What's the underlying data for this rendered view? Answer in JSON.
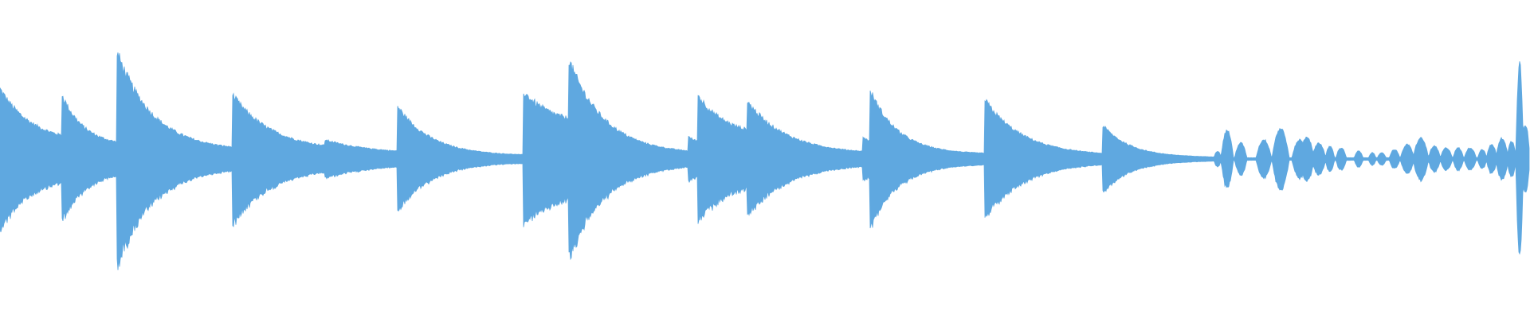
{
  "waveform": {
    "color": "#5fa8e0",
    "background": "#ffffff",
    "duration_units": 1920,
    "amplitude_max": 1.0,
    "segments": [
      {
        "type": "decay",
        "start": 0,
        "end": 78,
        "peak": 0.44,
        "tail": 0.1,
        "tau": 40
      },
      {
        "type": "decay",
        "start": 78,
        "end": 147,
        "peak": 0.4,
        "tail": 0.08,
        "tau": 28
      },
      {
        "type": "decay",
        "start": 147,
        "end": 292,
        "peak": 0.67,
        "tail": 0.05,
        "tau": 45
      },
      {
        "type": "decay",
        "start": 292,
        "end": 408,
        "peak": 0.4,
        "tail": 0.05,
        "tau": 50
      },
      {
        "type": "decay",
        "start": 408,
        "end": 499,
        "peak": 0.12,
        "tail": 0.03,
        "tau": 60
      },
      {
        "type": "decay",
        "start": 499,
        "end": 657,
        "peak": 0.33,
        "tail": 0.02,
        "tau": 42
      },
      {
        "type": "decay",
        "start": 657,
        "end": 714,
        "peak": 0.42,
        "tail": 0.2,
        "tau": 40
      },
      {
        "type": "decay",
        "start": 714,
        "end": 864,
        "peak": 0.62,
        "tail": 0.03,
        "tau": 45
      },
      {
        "type": "decay",
        "start": 864,
        "end": 876,
        "peak": 0.14,
        "tail": 0.1,
        "tau": 10
      },
      {
        "type": "decay",
        "start": 876,
        "end": 938,
        "peak": 0.4,
        "tail": 0.14,
        "tau": 35
      },
      {
        "type": "decay",
        "start": 938,
        "end": 1083,
        "peak": 0.36,
        "tail": 0.03,
        "tau": 50
      },
      {
        "type": "decay",
        "start": 1083,
        "end": 1092,
        "peak": 0.14,
        "tail": 0.1,
        "tau": 8
      },
      {
        "type": "decay",
        "start": 1092,
        "end": 1236,
        "peak": 0.43,
        "tail": 0.03,
        "tau": 35
      },
      {
        "type": "decay",
        "start": 1236,
        "end": 1384,
        "peak": 0.37,
        "tail": 0.02,
        "tau": 48
      },
      {
        "type": "decay",
        "start": 1384,
        "end": 1540,
        "peak": 0.21,
        "tail": 0.01,
        "tau": 35
      },
      {
        "type": "flat",
        "start": 1540,
        "end": 1920,
        "level": 0.008
      },
      {
        "type": "burst",
        "center": 1528,
        "width": 5,
        "peak": 0.05
      },
      {
        "type": "burst",
        "center": 1540,
        "width": 8,
        "peak": 0.18
      },
      {
        "type": "burst",
        "center": 1557,
        "width": 8,
        "peak": 0.1
      },
      {
        "type": "burst",
        "center": 1586,
        "width": 10,
        "peak": 0.12
      },
      {
        "type": "burst",
        "center": 1607,
        "width": 11,
        "peak": 0.19
      },
      {
        "type": "burst",
        "center": 1631,
        "width": 10,
        "peak": 0.12
      },
      {
        "type": "burst",
        "center": 1640,
        "width": 9,
        "peak": 0.14
      },
      {
        "type": "burst",
        "center": 1655,
        "width": 9,
        "peak": 0.1
      },
      {
        "type": "burst",
        "center": 1669,
        "width": 6,
        "peak": 0.08
      },
      {
        "type": "burst",
        "center": 1683,
        "width": 7,
        "peak": 0.07
      },
      {
        "type": "burst",
        "center": 1705,
        "width": 6,
        "peak": 0.05
      },
      {
        "type": "burst",
        "center": 1722,
        "width": 5,
        "peak": 0.04
      },
      {
        "type": "burst",
        "center": 1734,
        "width": 6,
        "peak": 0.04
      },
      {
        "type": "burst",
        "center": 1750,
        "width": 7,
        "peak": 0.06
      },
      {
        "type": "burst",
        "center": 1766,
        "width": 9,
        "peak": 0.09
      },
      {
        "type": "burst",
        "center": 1783,
        "width": 10,
        "peak": 0.13
      },
      {
        "type": "burst",
        "center": 1800,
        "width": 8,
        "peak": 0.08
      },
      {
        "type": "burst",
        "center": 1815,
        "width": 8,
        "peak": 0.07
      },
      {
        "type": "burst",
        "center": 1830,
        "width": 7,
        "peak": 0.07
      },
      {
        "type": "burst",
        "center": 1845,
        "width": 8,
        "peak": 0.07
      },
      {
        "type": "burst",
        "center": 1860,
        "width": 6,
        "peak": 0.06
      },
      {
        "type": "burst",
        "center": 1872,
        "width": 7,
        "peak": 0.09
      },
      {
        "type": "burst",
        "center": 1885,
        "width": 8,
        "peak": 0.13
      },
      {
        "type": "burst",
        "center": 1897,
        "width": 6,
        "peak": 0.11
      },
      {
        "type": "burst",
        "center": 1907,
        "width": 5,
        "peak": 0.6
      },
      {
        "type": "burst",
        "center": 1914,
        "width": 6,
        "peak": 0.22
      }
    ]
  }
}
